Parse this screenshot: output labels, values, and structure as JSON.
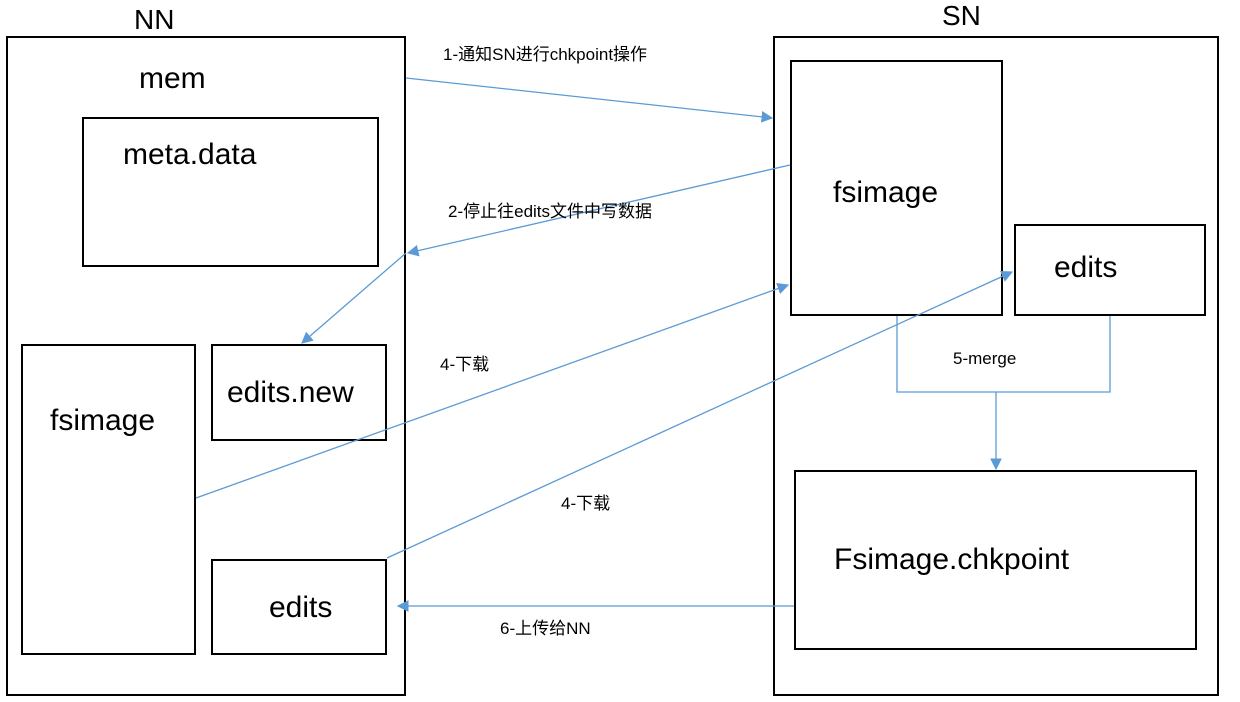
{
  "colors": {
    "arrow": "#5b9bd5",
    "border": "#000000"
  },
  "nn": {
    "title": "NN",
    "mem_label": "mem",
    "meta_data": "meta.data",
    "fsimage": "fsimage",
    "edits_new": "edits.new",
    "edits": "edits"
  },
  "sn": {
    "title": "SN",
    "fsimage": "fsimage",
    "edits": "edits",
    "chkpoint": "Fsimage.chkpoint"
  },
  "steps": {
    "s1": "1-通知SN进行chkpoint操作",
    "s2": "2-停止往edits文件中写数据",
    "s4a": "4-下载",
    "s4b": "4-下载",
    "s5": "5-merge",
    "s6": "6-上传给NN"
  }
}
